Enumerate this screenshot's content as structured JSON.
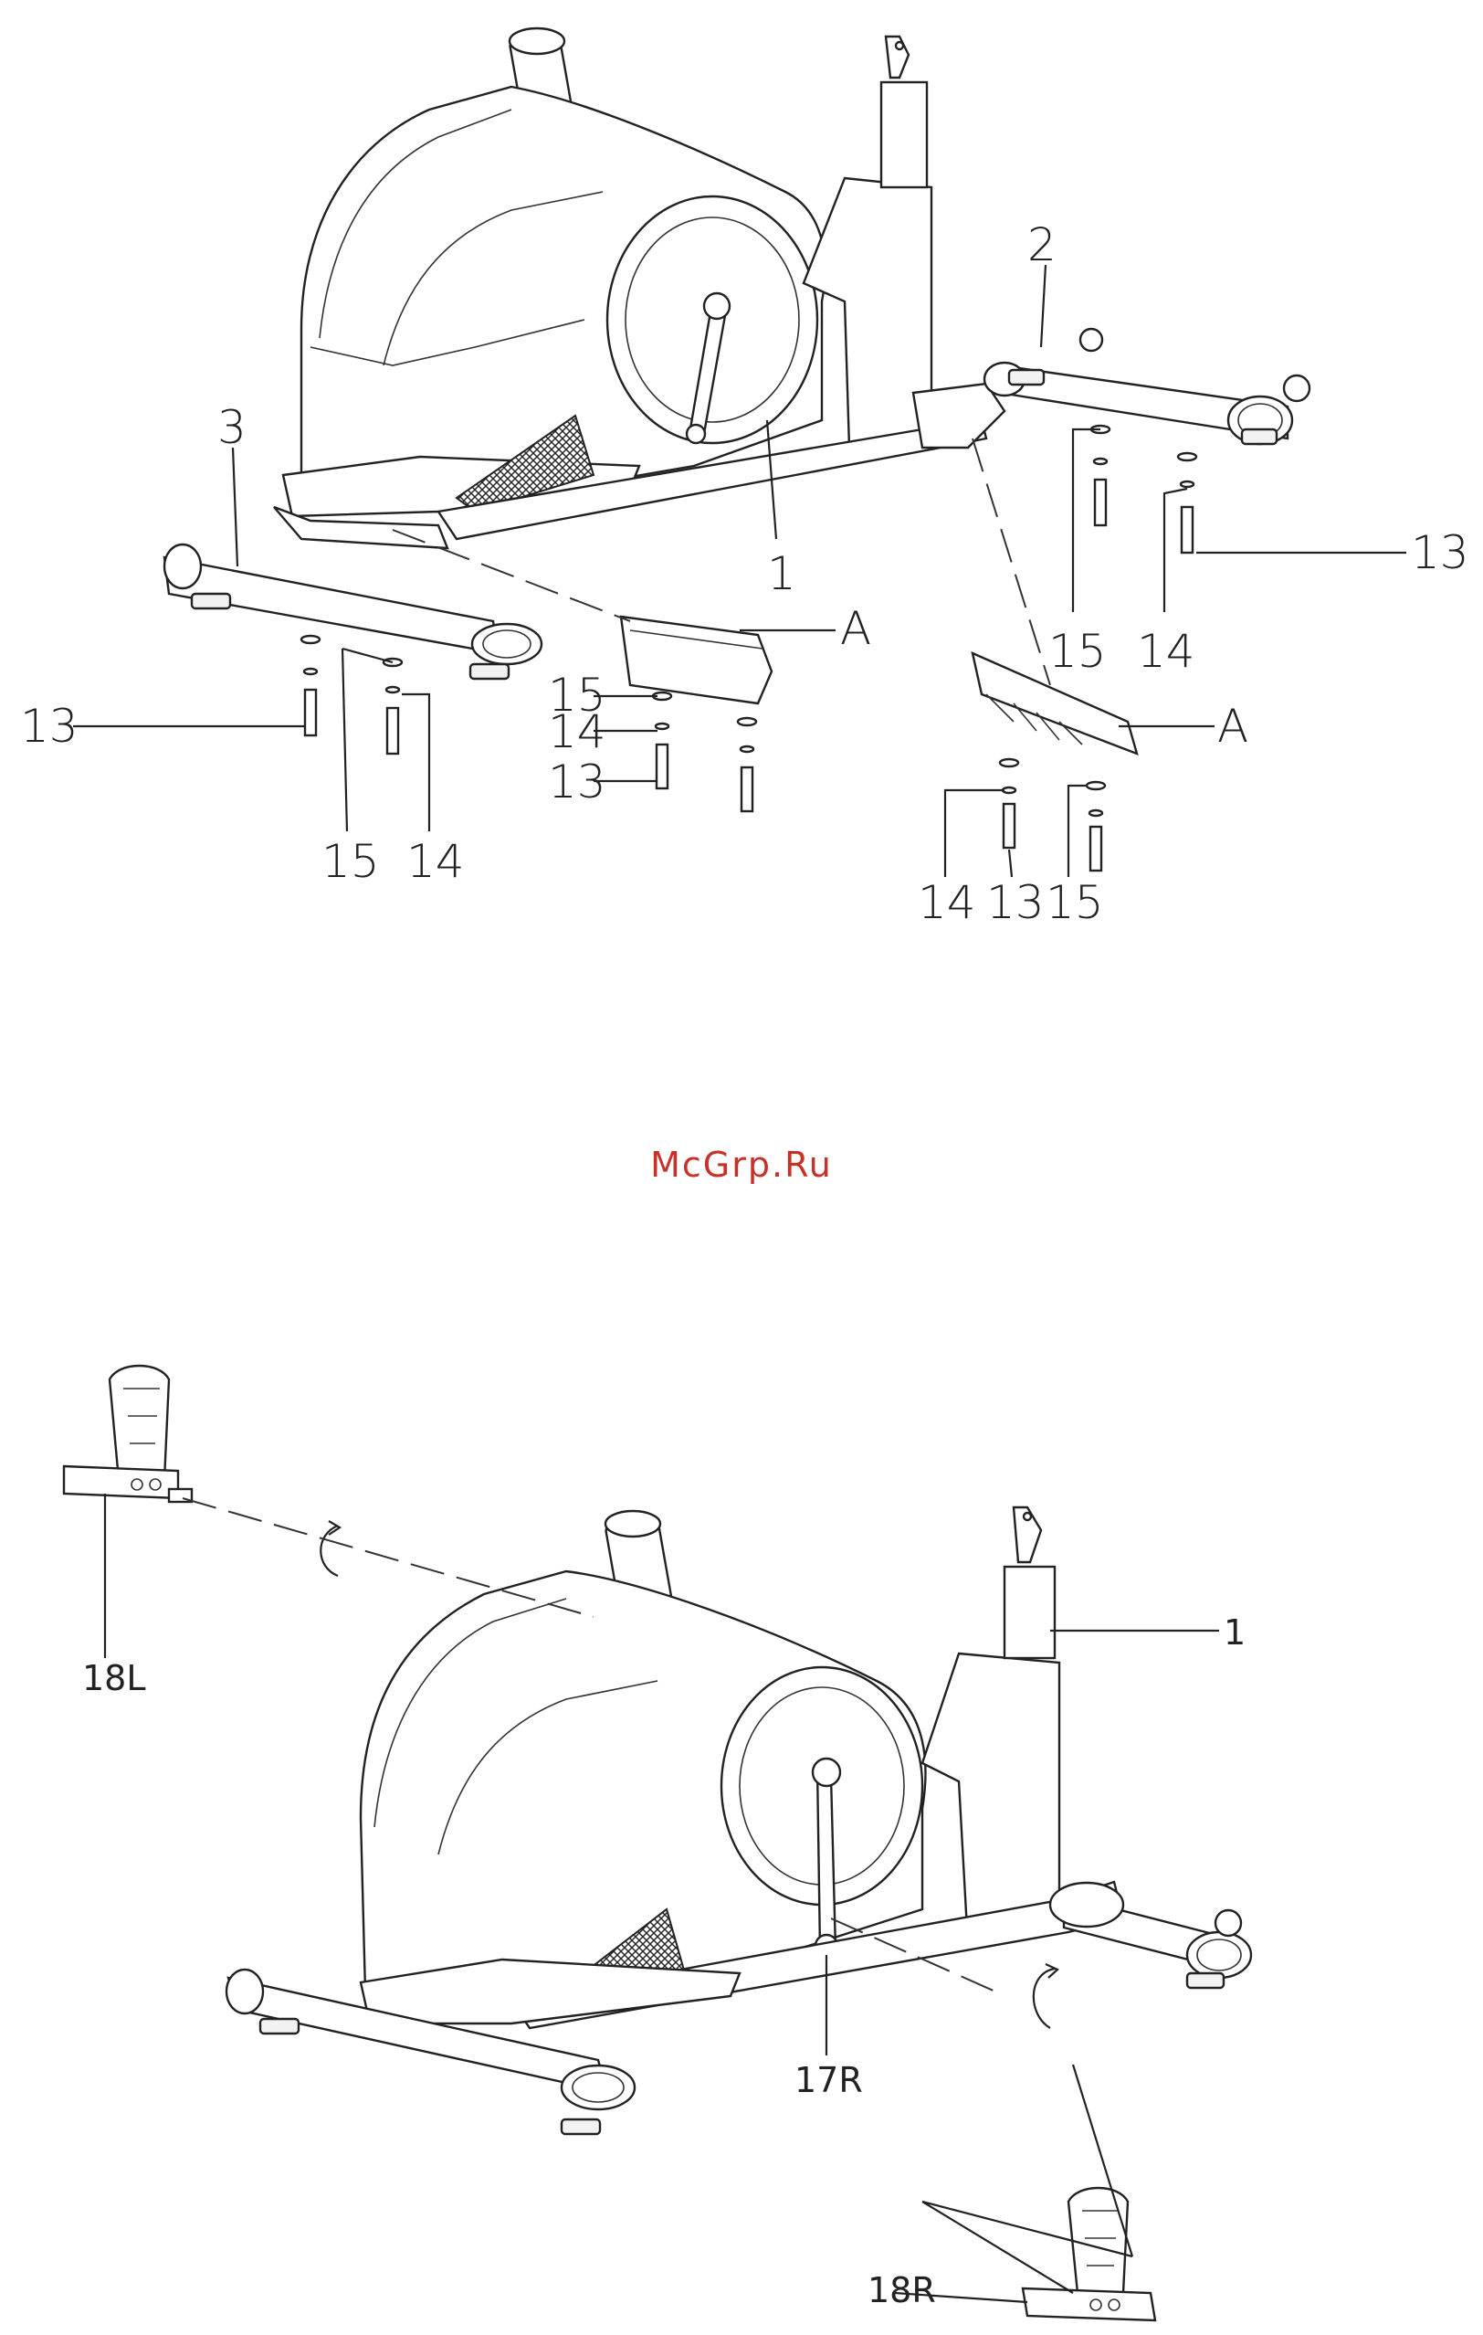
{
  "watermark": {
    "text": "McGrp.Ru",
    "color": "#c8302a"
  },
  "step1": {
    "callouts": {
      "frame": "1",
      "rear_stabilizer": "2",
      "front_stabilizer": "3",
      "cover_a_left": "A",
      "cover_a_right": "A",
      "bolt_front_left": "13",
      "bolt_front_mid": "13",
      "bolt_rear_right": "13",
      "bolt_cover_right": "13",
      "washer_front_left": "15",
      "washer_cover_left": "15",
      "washer_rear_right": "15",
      "washer_cover_right": "15",
      "spring_front_left": "14",
      "spring_cover_left": "14",
      "spring_rear_right": "14",
      "spring_cover_right": "14"
    }
  },
  "step2": {
    "callouts": {
      "frame": "1",
      "pedal_left": "18L",
      "pedal_right": "18R",
      "crank_right": "17R"
    }
  }
}
